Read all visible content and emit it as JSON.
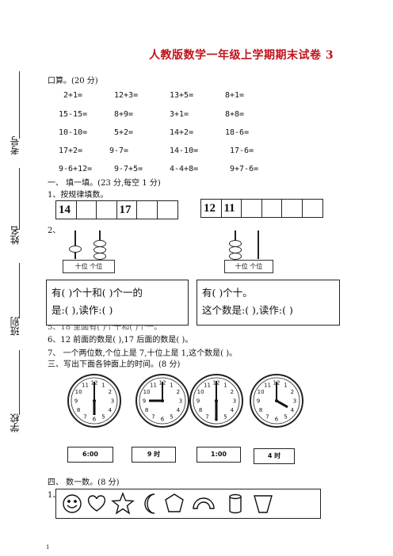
{
  "title": "人教版数学一年级上学期期末试卷 3",
  "side_labels": {
    "exam_no": "考号",
    "name": "姓名",
    "class": "班别",
    "school": "学校"
  },
  "section0": {
    "heading": "口算。(20 分)",
    "rows": [
      [
        "2+1=",
        "12+3=",
        "13+5=",
        "8+1="
      ],
      [
        "15-15=",
        "8+9=",
        "3+1=",
        "8+8="
      ],
      [
        "10-10=",
        "5+2=",
        "14+2=",
        "18-6="
      ],
      [
        "17+2=",
        "9-7=",
        "14-10=",
        "17-6="
      ],
      [
        "9-6+12=",
        "9-7+5=",
        "4-4+8=",
        "9+7-6="
      ]
    ]
  },
  "section1": {
    "heading": "一、  填一填。(23 分,每空 1 分)",
    "q1": "1、按规律填数。",
    "seq_left": [
      "14",
      "",
      "",
      "17",
      "",
      ""
    ],
    "seq_right": [
      "12",
      "11",
      "",
      "",
      "",
      ""
    ],
    "q2": "2、",
    "abacus_label": "十位  个位",
    "box_left_line1": "有(  )个十和(  )个一的",
    "box_left_line2": "是:(   ),读作:(   )",
    "box_right_line1": "有(  )个十。",
    "box_right_line2": "这个数是:(   ),读作:(   )",
    "q5_partial": "5、18 里面有(     )个十和(     )个一。",
    "q6": "6、12 前面的数是(     ),17 后面的数是(     )。",
    "q7": "7、  一个两位数,个位上是 7,十位上是 1,这个数是(     )。"
  },
  "section3": {
    "heading": "三、写出下面各钟面上的时间。(8 分)",
    "times": [
      "6:00",
      "9 时",
      "1:00",
      "4 时"
    ]
  },
  "section4": {
    "heading": "四、  数一数。(8 分)",
    "q1": "1、",
    "shapes": [
      "smiley-icon",
      "heart-icon",
      "star-icon",
      "moon-icon",
      "pentagon-icon",
      "arch-icon",
      "cylinder-icon",
      "trapezoid-icon"
    ]
  },
  "page_number": "1"
}
